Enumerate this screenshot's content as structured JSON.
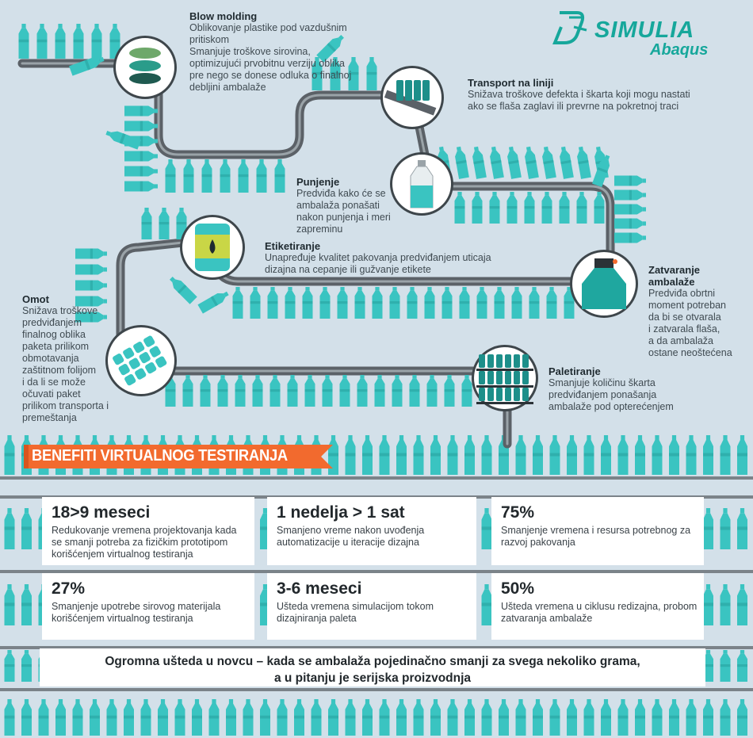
{
  "brand": {
    "name": "SIMULIA",
    "product": "Abaqus",
    "color": "#16a79b"
  },
  "colors": {
    "accent_teal": "#3ac4c1",
    "dark_teal": "#1d8f8a",
    "conveyor": "#5b6167",
    "banner": "#f26a2e",
    "background": "#d3e0e9"
  },
  "steps": [
    {
      "key": "blow-molding",
      "title": "Blow molding",
      "desc": "Oblikovanje plastike pod vazdušnim\npritiskom\nSmanjuje troškove sirovina,\noptimizujući prvobitnu verziju oblika\npre nego se donese odluka o finalnoj\ndebljini ambalaže",
      "icon": "molded-preforms-icon"
    },
    {
      "key": "transport",
      "title": "Transport na liniji",
      "desc": "Snižava troškove defekta i škarta koji mogu nastati\nako se flaša zaglavi ili prevrne na pokretnoj traci",
      "icon": "bottles-on-conveyor-icon"
    },
    {
      "key": "punjenje",
      "title": "Punjenje",
      "desc": "Predviđa kako će se\nambalaža ponašati\nnakon punjenja i meri\nzapreminu",
      "icon": "filled-bottle-icon"
    },
    {
      "key": "etiketiranje",
      "title": "Etiketiranje",
      "desc": "Unapređuje kvalitet pakovanja predviđanjem uticaja\ndizajna na cepanje ili gužvanje etikete",
      "icon": "label-drop-icon"
    },
    {
      "key": "zatvaranje",
      "title": "Zatvaranje\nambalaže",
      "desc": "Predviđa obrtni\nmoment potreban\nda bi se otvarala\ni zatvarala flaša,\na da ambalaža\nostane neoštećena",
      "icon": "bottle-cap-icon"
    },
    {
      "key": "omot",
      "title": "Omot",
      "desc": "Snižava troškove\npredviđanjem\nfinalnog oblika\npaketa prilikom\nobmotavanja\nzaštitnom folijom\ni da li se može\nočuvati paket\nprilikom transporta i\npremeštanja",
      "icon": "shrink-wrap-pack-icon"
    },
    {
      "key": "paletiranje",
      "title": "Paletiranje",
      "desc": "Smanjuje količinu škarta\npredviđanjem ponašanja\nambalaže pod opterećenjem",
      "icon": "pallet-stack-icon"
    }
  ],
  "benefits": {
    "heading": "BENEFITI VIRTUALNOG TESTIRANJA",
    "cards": [
      {
        "value": "18>9 meseci",
        "text": "Redukovanje vremena projektovanja kada\nse smanji potreba za fizičkim prototipom\nkorišćenjem virtualnog testiranja"
      },
      {
        "value": "1 nedelja > 1 sat",
        "text": "Smanjeno vreme nakon uvođenja\nautomatizacije u iteracije dizajna"
      },
      {
        "value": "75%",
        "text": "Smanjenje vremena i resursa potrebnog za\nrazvoj pakovanja"
      },
      {
        "value": "27%",
        "text": "Smanjenje upotrebe sirovog materijala\nkorišćenjem virtualnog testiranja"
      },
      {
        "value": "3-6 meseci",
        "text": "Ušteda vremena simulacijom tokom\ndizajniranja paleta"
      },
      {
        "value": "50%",
        "text": "Ušteda vremena u ciklusu redizajna, probom\nzatvaranja ambalaže"
      }
    ],
    "footer_line1": "Ogromna ušteda u novcu – kada se ambalaža pojedinačno smanji za svega nekoliko grama,",
    "footer_line2": "a u pitanju je serijska proizvodnja"
  }
}
